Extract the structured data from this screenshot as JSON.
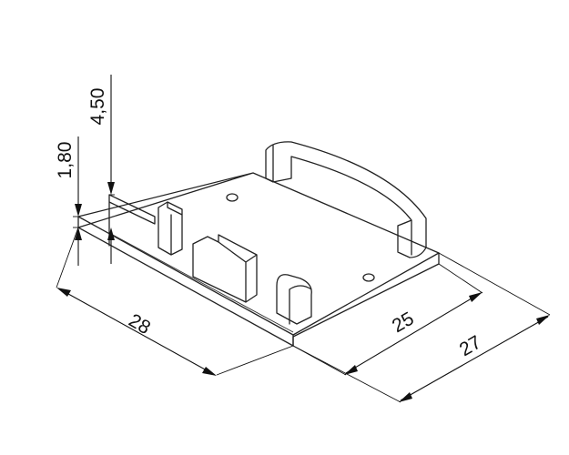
{
  "drawing": {
    "type": "isometric technical drawing",
    "dimensions": {
      "length": "28",
      "inner_width": "25",
      "outer_width": "27",
      "base_thickness": "1,80",
      "total_height": "4,50"
    },
    "colors": {
      "line": "#222222",
      "background": "#ffffff"
    }
  }
}
